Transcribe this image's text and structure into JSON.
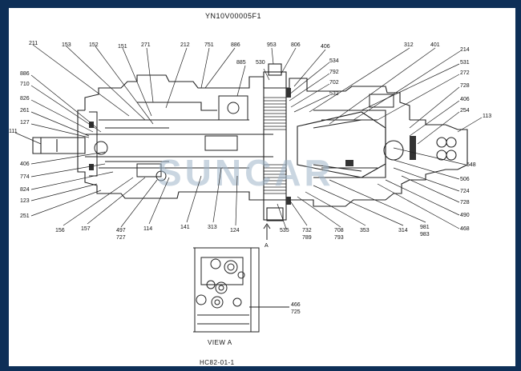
{
  "title": "YN10V00005F1",
  "watermark": "SUNCAR",
  "view_label": "VIEW  A",
  "footer_code": "HC82-01-1",
  "arrow_label": "A",
  "labels_top": [
    "211",
    "153",
    "152",
    "151",
    "271",
    "212",
    "751",
    "886",
    "885",
    "530",
    "953",
    "806",
    "406",
    "312",
    "401",
    "214"
  ],
  "labels_left": [
    "886",
    "710",
    "826",
    "261",
    "127",
    "111",
    "406",
    "774",
    "824",
    "123",
    "251"
  ],
  "labels_right": [
    "534",
    "792",
    "702",
    "532",
    "531",
    "272",
    "728",
    "406",
    "254",
    "113",
    "548",
    "506",
    "724",
    "728",
    "490",
    "468"
  ],
  "labels_bottom": [
    "156",
    "157",
    "497",
    "727",
    "114",
    "141",
    "313",
    "124",
    "535",
    "732",
    "789",
    "708",
    "793",
    "353",
    "314",
    "981",
    "983"
  ],
  "view_a_labels": [
    "466",
    "725"
  ]
}
